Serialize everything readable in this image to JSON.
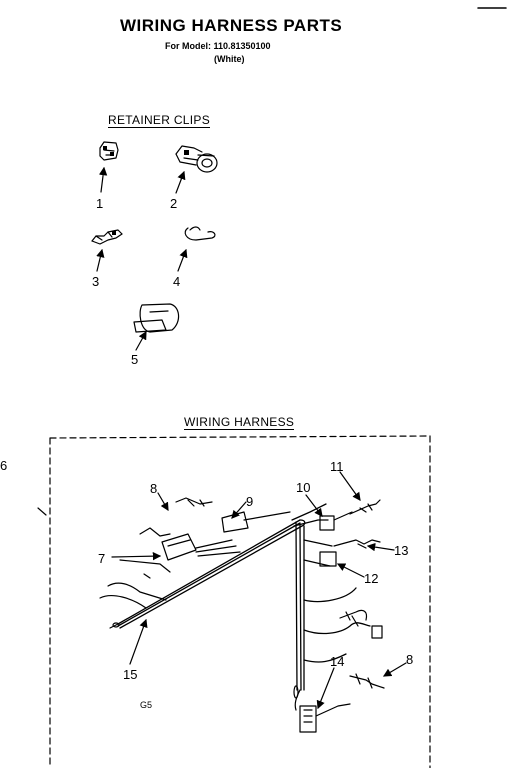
{
  "header": {
    "title": "WIRING HARNESS PARTS",
    "model_line": "For Model: 110.81350100",
    "color_line": "(White)"
  },
  "sections": {
    "retainer_clips": "RETAINER CLIPS",
    "wiring_harness": "WIRING HARNESS"
  },
  "callouts": {
    "c1": "1",
    "c2": "2",
    "c3": "3",
    "c4": "4",
    "c5": "5",
    "c6": "6",
    "c7": "7",
    "c8a": "8",
    "c8b": "8",
    "c9": "9",
    "c10": "10",
    "c11": "11",
    "c12": "12",
    "c13": "13",
    "c14": "14",
    "c15": "15"
  },
  "code_mark": "G5"
}
